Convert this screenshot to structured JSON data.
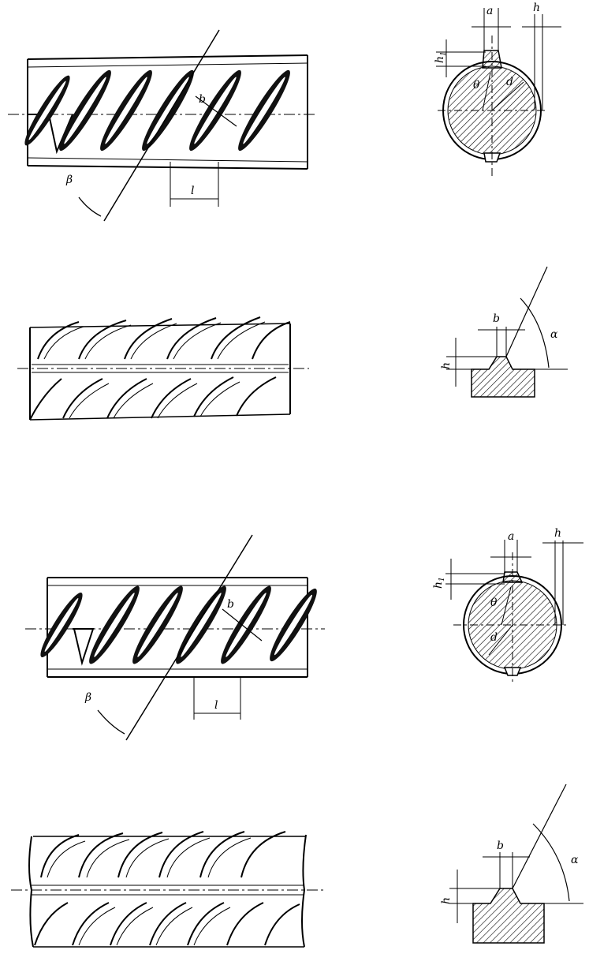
{
  "figure": {
    "panels": [
      {
        "id": "crescent-side-top",
        "labels": {
          "pitch": "l",
          "angle": "β",
          "width": "b"
        }
      },
      {
        "id": "crescent-section-top",
        "labels": {
          "a": "a",
          "h": "h",
          "h1": "h",
          "h1_sub": "1",
          "theta": "θ",
          "d": "d"
        }
      },
      {
        "id": "rib-side-top",
        "labels": {}
      },
      {
        "id": "rib-section-top",
        "labels": {
          "b": "b",
          "alpha": "α",
          "h": "h"
        }
      },
      {
        "id": "crescent-side-bottom",
        "labels": {
          "pitch": "l",
          "angle": "β",
          "width": "b"
        }
      },
      {
        "id": "crescent-section-bottom",
        "labels": {
          "a": "a",
          "h": "h",
          "h1": "h",
          "h1_sub": "1",
          "theta": "θ",
          "d": "d"
        }
      },
      {
        "id": "rib-side-bottom",
        "labels": {}
      },
      {
        "id": "rib-section-bottom",
        "labels": {
          "b": "b",
          "alpha": "α",
          "h": "h"
        }
      }
    ]
  }
}
